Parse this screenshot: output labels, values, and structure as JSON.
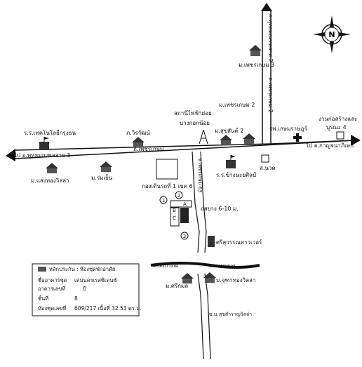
{
  "compass": {
    "letter": "N",
    "icon": "north-arrow-icon"
  },
  "roads": {
    "main_road": "ถ.เพชรเกษม",
    "left_end": "ไป อ.พุทธมณฑลสาย 3",
    "right_end": "ไป อ.กาญจนาภิเษก",
    "vertical_top": "ถ.พุทธมณฑลสาย 2",
    "vertical_mid": "ถ.เพชรเกษม 2",
    "side_soi": "ซ.เพชรเกษม 63",
    "soi_lower": "ซ.ม.สุขสำราญวิลล่า"
  },
  "canal": {
    "left": "คลองบางไผ่",
    "right": "คลองบางแค"
  },
  "places": {
    "petchkasem3": "ม.เพชรเกษม 3",
    "petchkasem2": "ม.เพชรเกษม 2",
    "substation": "สถานีไฟฟ้าย่อย",
    "substation2": "บางกอกน้อย",
    "sukson2": "ม.สุขสันต์ 2",
    "rajamangala": "ร.ร.เทคโนโลยีกรุงธน",
    "wirawat": "ภ.วิรวัฒน์",
    "hospital": "รพ.เกษมราษฎร์",
    "construction": "งานก่อสร้างและ",
    "construction2": "บูรณะ 4",
    "samnao": "ส.นวด",
    "school": "ร.ร.ข้างนะยศิลป์",
    "saengthong": "ม.แสงทองวิลล่า",
    "romyen": "ม.ร่มเย็น",
    "depot": "กองเดินรถที่ 1 เขต 6",
    "lane_distance": "ถสยาง 6-10 ม.",
    "srisuwan": "ศรีสุวรรณทาวเวอร์",
    "sritrakul": "ม.ศรีกมล",
    "chuthathong": "ม.จุฑาทองวิลล่า"
  },
  "markers": [
    "1",
    "2",
    "3"
  ],
  "block_labels": [
    "A",
    "B",
    "C"
  ],
  "legend": {
    "title": "หลักประกัน : ห้องชุดพักอาศัย",
    "rows": [
      {
        "label": "ชื่ออาคารชุด",
        "value": "เด่นนครเรสซิเดนซ์"
      },
      {
        "label": "อาคารเลขที่",
        "value": "บี"
      },
      {
        "label": "ชั้นที่",
        "value": "8"
      },
      {
        "label": "ห้องชุดเลขที่",
        "value": "609/217 เนื้อที่ 32.53 ตร.ม."
      }
    ]
  }
}
